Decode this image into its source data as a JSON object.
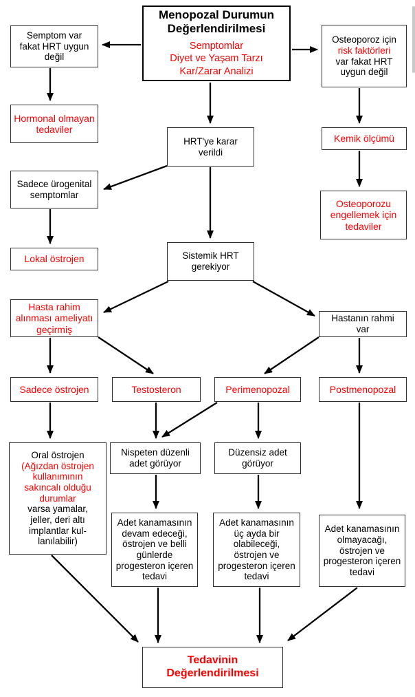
{
  "colors": {
    "accent_red": "#ff0000",
    "box_border": "#2e2e2e",
    "arrow": "#000000",
    "scrollbar": "#c9c9c9",
    "background": "#ffffff"
  },
  "nodes": {
    "title": {
      "heading": [
        "Menopozal Durumun",
        "Değerlendirilmesi"
      ],
      "subitems": [
        "Semptomlar",
        "Diyet ve Yaşam Tarzı",
        "Kar/Zarar Analizi"
      ]
    },
    "symptom_no_hrt": {
      "lines": [
        "Semptom var",
        "fakat HRT uygun",
        "değil"
      ]
    },
    "osteo_risk": {
      "lines": [
        "Osteoporoz için",
        "risk faktörleri",
        "var fakat HRT",
        "uygun değil"
      ]
    },
    "hormonal_olmayan": {
      "lines": [
        "Hormonal olmayan",
        "tedaviler"
      ]
    },
    "hrt_karar": {
      "lines": [
        "HRT'ye karar",
        "verildi"
      ]
    },
    "kemik_olcumu": {
      "lines": [
        "Kemik ölçümü"
      ]
    },
    "urogenital": {
      "lines": [
        "Sadece ürogenital",
        "semptomlar"
      ]
    },
    "osteo_engellemek": {
      "lines": [
        "Osteoporozu",
        "engellemek için",
        "tedaviler"
      ]
    },
    "lokal_ostrojen": {
      "lines": [
        "Lokal östrojen"
      ]
    },
    "sistemik_hrt": {
      "lines": [
        "Sistemik HRT",
        "gerekiyor"
      ]
    },
    "hasta_rahim": {
      "lines": [
        "Hasta rahim",
        "alınması ameliyatı",
        "geçirmiş"
      ]
    },
    "hastanin_rahmi": {
      "lines": [
        "Hastanın rahmi",
        "var"
      ]
    },
    "sadece_ostrojen": {
      "lines": [
        "Sadece östrojen"
      ]
    },
    "testosteron": {
      "lines": [
        "Testosteron"
      ]
    },
    "perimenopozal": {
      "lines": [
        "Perimenopozal"
      ]
    },
    "postmenopozal": {
      "lines": [
        "Postmenopozal"
      ]
    },
    "oral_ostrojen": {
      "lines": [
        "Oral östrojen",
        "(Ağızdan östrojen",
        "kullanımının",
        "sakıncalı olduğu",
        "durumlar",
        "varsa yamalar,",
        "jeller, deri altı",
        "implantlar kul-",
        "lanılabilir)"
      ]
    },
    "nispeten_duzenli": {
      "lines": [
        "Nispeten düzenli",
        "adet görüyor"
      ]
    },
    "duzensiz_adet": {
      "lines": [
        "Düzensiz adet",
        "görüyor"
      ]
    },
    "adet_devam": {
      "lines": [
        "Adet kanamasının",
        "devam edeceği,",
        "östrojen ve belli",
        "günlerde",
        "progesteron içeren",
        "tedavi"
      ]
    },
    "adet_uc_ayda": {
      "lines": [
        "Adet kanamasının",
        "üç ayda bir",
        "olabileceği,",
        "östrojen ve",
        "progesteron içeren",
        "tedavi"
      ]
    },
    "adet_olmayacagi": {
      "lines": [
        "Adet kanamasının",
        "olmayacağı,",
        "östrojen ve",
        "progesteron içeren",
        "tedavi"
      ]
    },
    "tedavinin": {
      "lines": [
        "Tedavinin",
        "Değerlendirilmesi"
      ]
    }
  },
  "edges": [
    {
      "from": "title",
      "to": "symptom_no_hrt"
    },
    {
      "from": "title",
      "to": "osteo_risk"
    },
    {
      "from": "title",
      "to": "hrt_karar"
    },
    {
      "from": "symptom_no_hrt",
      "to": "hormonal_olmayan"
    },
    {
      "from": "osteo_risk",
      "to": "kemik_olcumu"
    },
    {
      "from": "kemik_olcumu",
      "to": "osteo_engellemek"
    },
    {
      "from": "hrt_karar",
      "to": "urogenital"
    },
    {
      "from": "hrt_karar",
      "to": "sistemik_hrt"
    },
    {
      "from": "urogenital",
      "to": "lokal_ostrojen"
    },
    {
      "from": "sistemik_hrt",
      "to": "hasta_rahim"
    },
    {
      "from": "sistemik_hrt",
      "to": "hastanin_rahmi"
    },
    {
      "from": "hasta_rahim",
      "to": "sadece_ostrojen"
    },
    {
      "from": "hasta_rahim",
      "to": "testosteron"
    },
    {
      "from": "hastanin_rahmi",
      "to": "perimenopozal"
    },
    {
      "from": "hastanin_rahmi",
      "to": "postmenopozal"
    },
    {
      "from": "sadece_ostrojen",
      "to": "oral_ostrojen"
    },
    {
      "from": "testosteron",
      "to": "nispeten_duzenli"
    },
    {
      "from": "perimenopozal",
      "to": "nispeten_duzenli"
    },
    {
      "from": "perimenopozal",
      "to": "duzensiz_adet"
    },
    {
      "from": "postmenopozal",
      "to": "adet_olmayacagi"
    },
    {
      "from": "nispeten_duzenli",
      "to": "adet_devam"
    },
    {
      "from": "duzensiz_adet",
      "to": "adet_uc_ayda"
    },
    {
      "from": "oral_ostrojen",
      "to": "tedavinin"
    },
    {
      "from": "adet_devam",
      "to": "tedavinin"
    },
    {
      "from": "adet_uc_ayda",
      "to": "tedavinin"
    },
    {
      "from": "adet_olmayacagi",
      "to": "tedavinin"
    }
  ]
}
